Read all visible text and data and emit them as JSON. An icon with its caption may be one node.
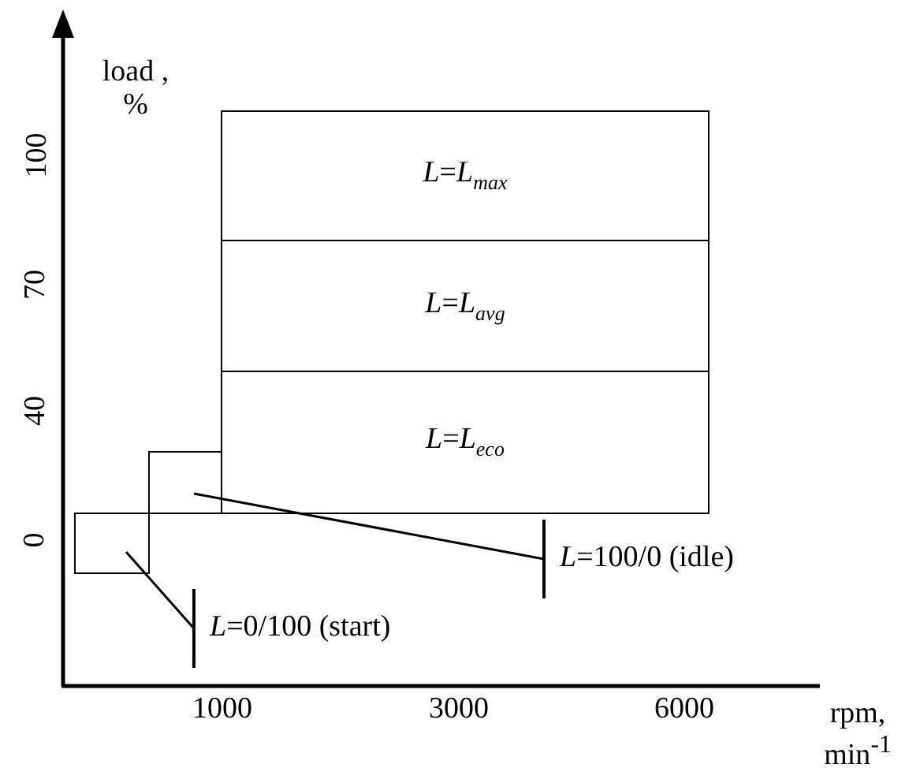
{
  "diagram": {
    "nodes": [
      {
        "text": [
          "*L*=*L*$_{max}$"
        ]
      },
      {
        "text": [
          "*L*=*L*$_{avg}$"
        ]
      },
      {
        "text": [
          "*L*=*L*$_{eco}$"
        ]
      },
      {
        "text": [],
        "shape": "box"
      },
      {
        "text": [],
        "shape": "box"
      },
      {
        "text": [
          "*L*=100/0 (idle)"
        ]
      },
      {
        "text": [
          "*L*=0/100 (start)"
        ]
      }
    ],
    "edges": [
      {
        "from": 5,
        "to": 3,
        "arrow": "other"
      },
      {
        "from": 6,
        "to": 4,
        "arrow": "other"
      }
    ],
    "labels": [
      "load , %",
      "100",
      "70",
      "40",
      "0",
      "1000",
      "3000",
      "6000",
      "rpm, min$^{-1}$"
    ]
  }
}
